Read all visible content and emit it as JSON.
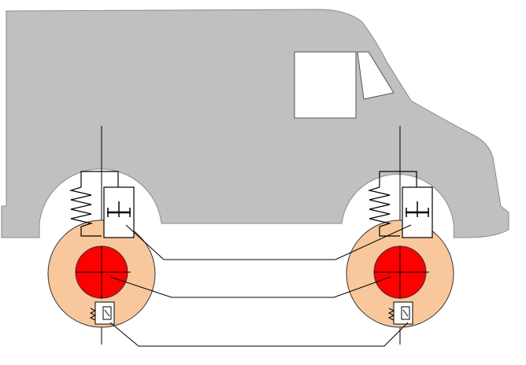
{
  "diagram": {
    "subject": "van-side-view-with-active-suspension",
    "colors": {
      "body": "#c0c0c0",
      "window": "#ffffff",
      "wheel": "#f8c89c",
      "hub": "#ff0000",
      "line": "#000000",
      "component": "#ffffff"
    },
    "wheels": [
      {
        "id": "rear",
        "components": [
          "spring",
          "damper",
          "sensor"
        ]
      },
      {
        "id": "front",
        "components": [
          "spring",
          "damper",
          "sensor"
        ]
      }
    ],
    "connections": [
      "damper-to-damper",
      "hub-to-hub",
      "sensor-to-sensor"
    ]
  }
}
